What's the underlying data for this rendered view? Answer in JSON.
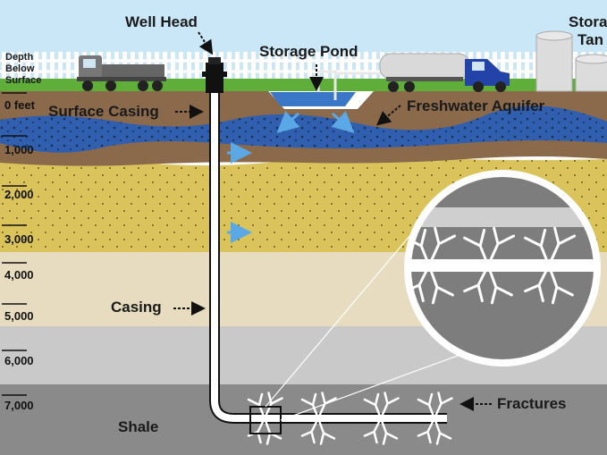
{
  "labels": {
    "well_head": "Well Head",
    "storage_pond": "Storage Pond",
    "storage_tanks_line1": "Stora",
    "storage_tanks_line2": "Tan",
    "depth_line1": "Depth",
    "depth_line2": "Below",
    "depth_line3": "Surface",
    "surface_casing": "Surface Casing",
    "freshwater_aquifer": "Freshwater Aquifer",
    "casing": "Casing",
    "fractures": "Fractures",
    "shale": "Shale"
  },
  "depth_marks": [
    "0 feet",
    "1,000",
    "2,000",
    "3,000",
    "4,000",
    "5,000",
    "6,000",
    "7,000"
  ],
  "colors": {
    "sky": "#c9e7f7",
    "grass": "#5fae3a",
    "topsoil": "#8a6a4a",
    "aquifer": "#2f5fae",
    "sand": "#d9c35a",
    "beige": "#e7dcc0",
    "gray_light": "#c9c9c9",
    "shale": "#8a8a8a",
    "casing": "#ffffff"
  }
}
